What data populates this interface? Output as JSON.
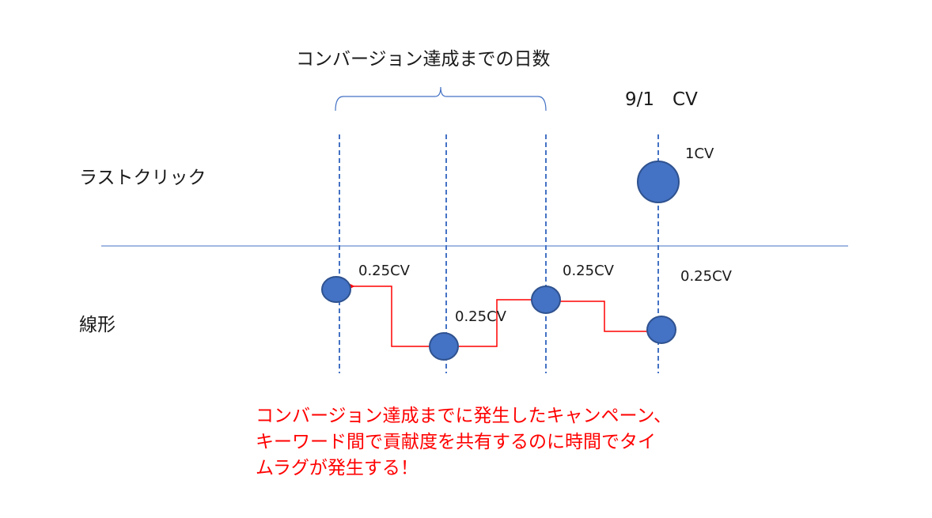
{
  "title": "コンバージョン達成までの日数",
  "cv_date_label": "9/1　CV",
  "rows": {
    "last_click": {
      "label": "ラストクリック",
      "value_label": "1CV"
    },
    "linear": {
      "label": "線形",
      "value_labels": [
        "0.25CV",
        "0.25CV",
        "0.25CV",
        "0.25CV"
      ]
    }
  },
  "note_lines": [
    "コンバージョン達成までに発生したキャンペーン、",
    "キーワード間で貢献度を共有するのに時間でタイ",
    "ムラグが発生する！"
  ],
  "colors": {
    "node": "#4472c4",
    "flow": "#ff0000",
    "note": "#ff0000"
  }
}
